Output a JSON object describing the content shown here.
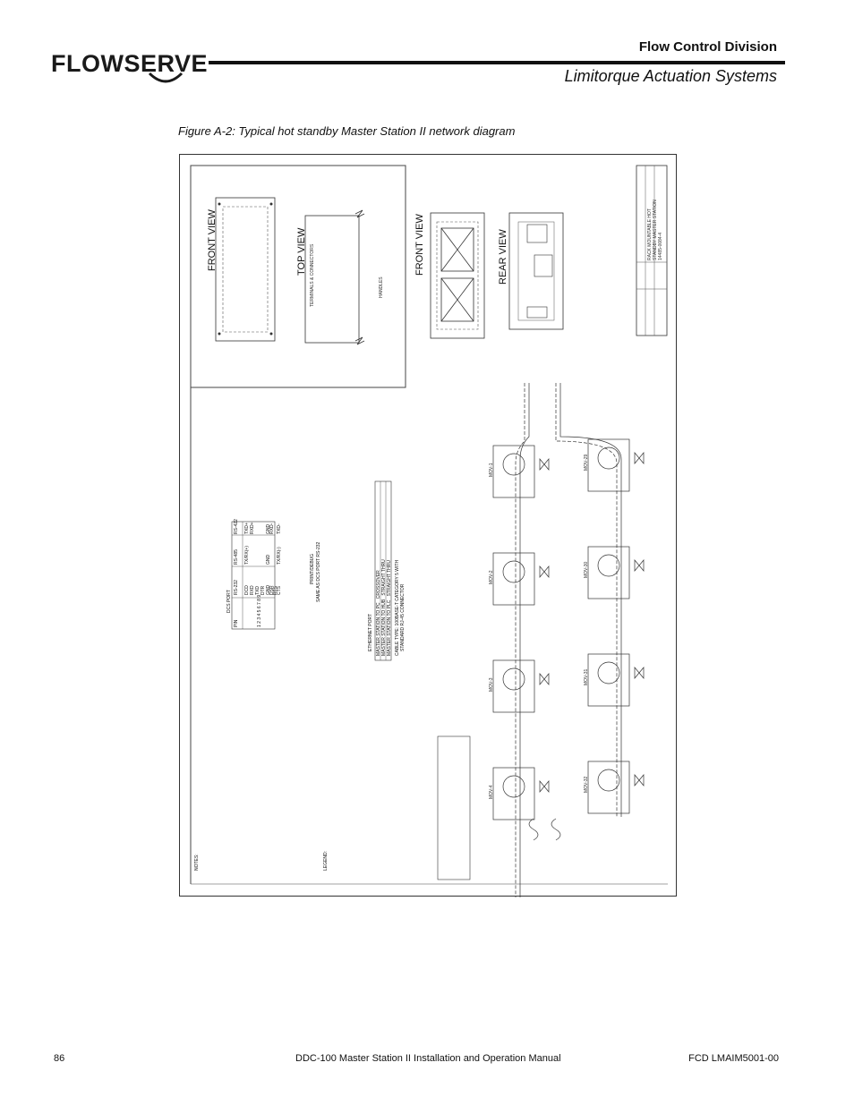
{
  "header": {
    "logo_text": "FLOWSERVE",
    "division": "Flow Control Division",
    "product": "Limitorque Actuation Systems"
  },
  "figure": {
    "caption": "Figure A-2: Typical hot standby Master Station II network diagram"
  },
  "drawing": {
    "views": {
      "front_view_1": "FRONT VIEW",
      "top_view": "TOP VIEW",
      "front_view_2": "FRONT VIEW",
      "rear_view": "REAR VIEW"
    },
    "top_labels": {
      "terminals": "TERMINALS & CONNECTORS",
      "handles": "HANDLES"
    },
    "dcs_port": {
      "title": "DCS PORT",
      "headers": [
        "PIN",
        "RS-232",
        "RS-485",
        "RS-422"
      ],
      "rows": [
        [
          "1",
          "DCD",
          "TX/RX(+)",
          "TXD+"
        ],
        [
          "2",
          "RXD",
          "",
          "RXD+"
        ],
        [
          "3",
          "TXD",
          "",
          ""
        ],
        [
          "4",
          "DTR",
          "",
          ""
        ],
        [
          "5",
          "GND",
          "GND",
          "GND"
        ],
        [
          "6",
          "DSR",
          "",
          "RXD-"
        ],
        [
          "7",
          "RTS",
          "",
          ""
        ],
        [
          "8",
          "CTS",
          "TX/RX(-)",
          "TXD-"
        ],
        [
          "9",
          "",
          "",
          ""
        ]
      ]
    },
    "print_debug": {
      "line1": "PRINT/DEBUG",
      "line2": "SAME AS DCS PORT RS-232"
    },
    "ethernet_port": {
      "title": "ETHERNET PORT",
      "rows": [
        [
          "MASTER STATION TO PC",
          "CROSSOVER"
        ],
        [
          "MASTER STATION TO HUB",
          "STRAIGHT THRU"
        ],
        [
          "MASTER STATION TO PLC",
          "STRAIGHT THRU"
        ]
      ],
      "note1": "CABLE TYPE: 100BASE-T CATEGORY 5 WITH",
      "note2": "STANDARD RJ-45 CONNECTOR"
    },
    "notes_title": "NOTES:",
    "legend_title": "LEGEND:",
    "mov_labels": [
      "MOV-1",
      "MOV-2",
      "MOV-3",
      "MOV-4",
      "MOV-29",
      "MOV-30",
      "MOV-31",
      "MOV-32"
    ],
    "title_block": {
      "line1": "RACK MOUNTABLE HOT",
      "line2": "STANDBY MASTER STATION",
      "drawing_no": "14485-0084-4"
    }
  },
  "footer": {
    "page": "86",
    "title": "DDC-100 Master Station II Installation and Operation Manual",
    "fcd": "FCD LMAIM5001-00"
  }
}
